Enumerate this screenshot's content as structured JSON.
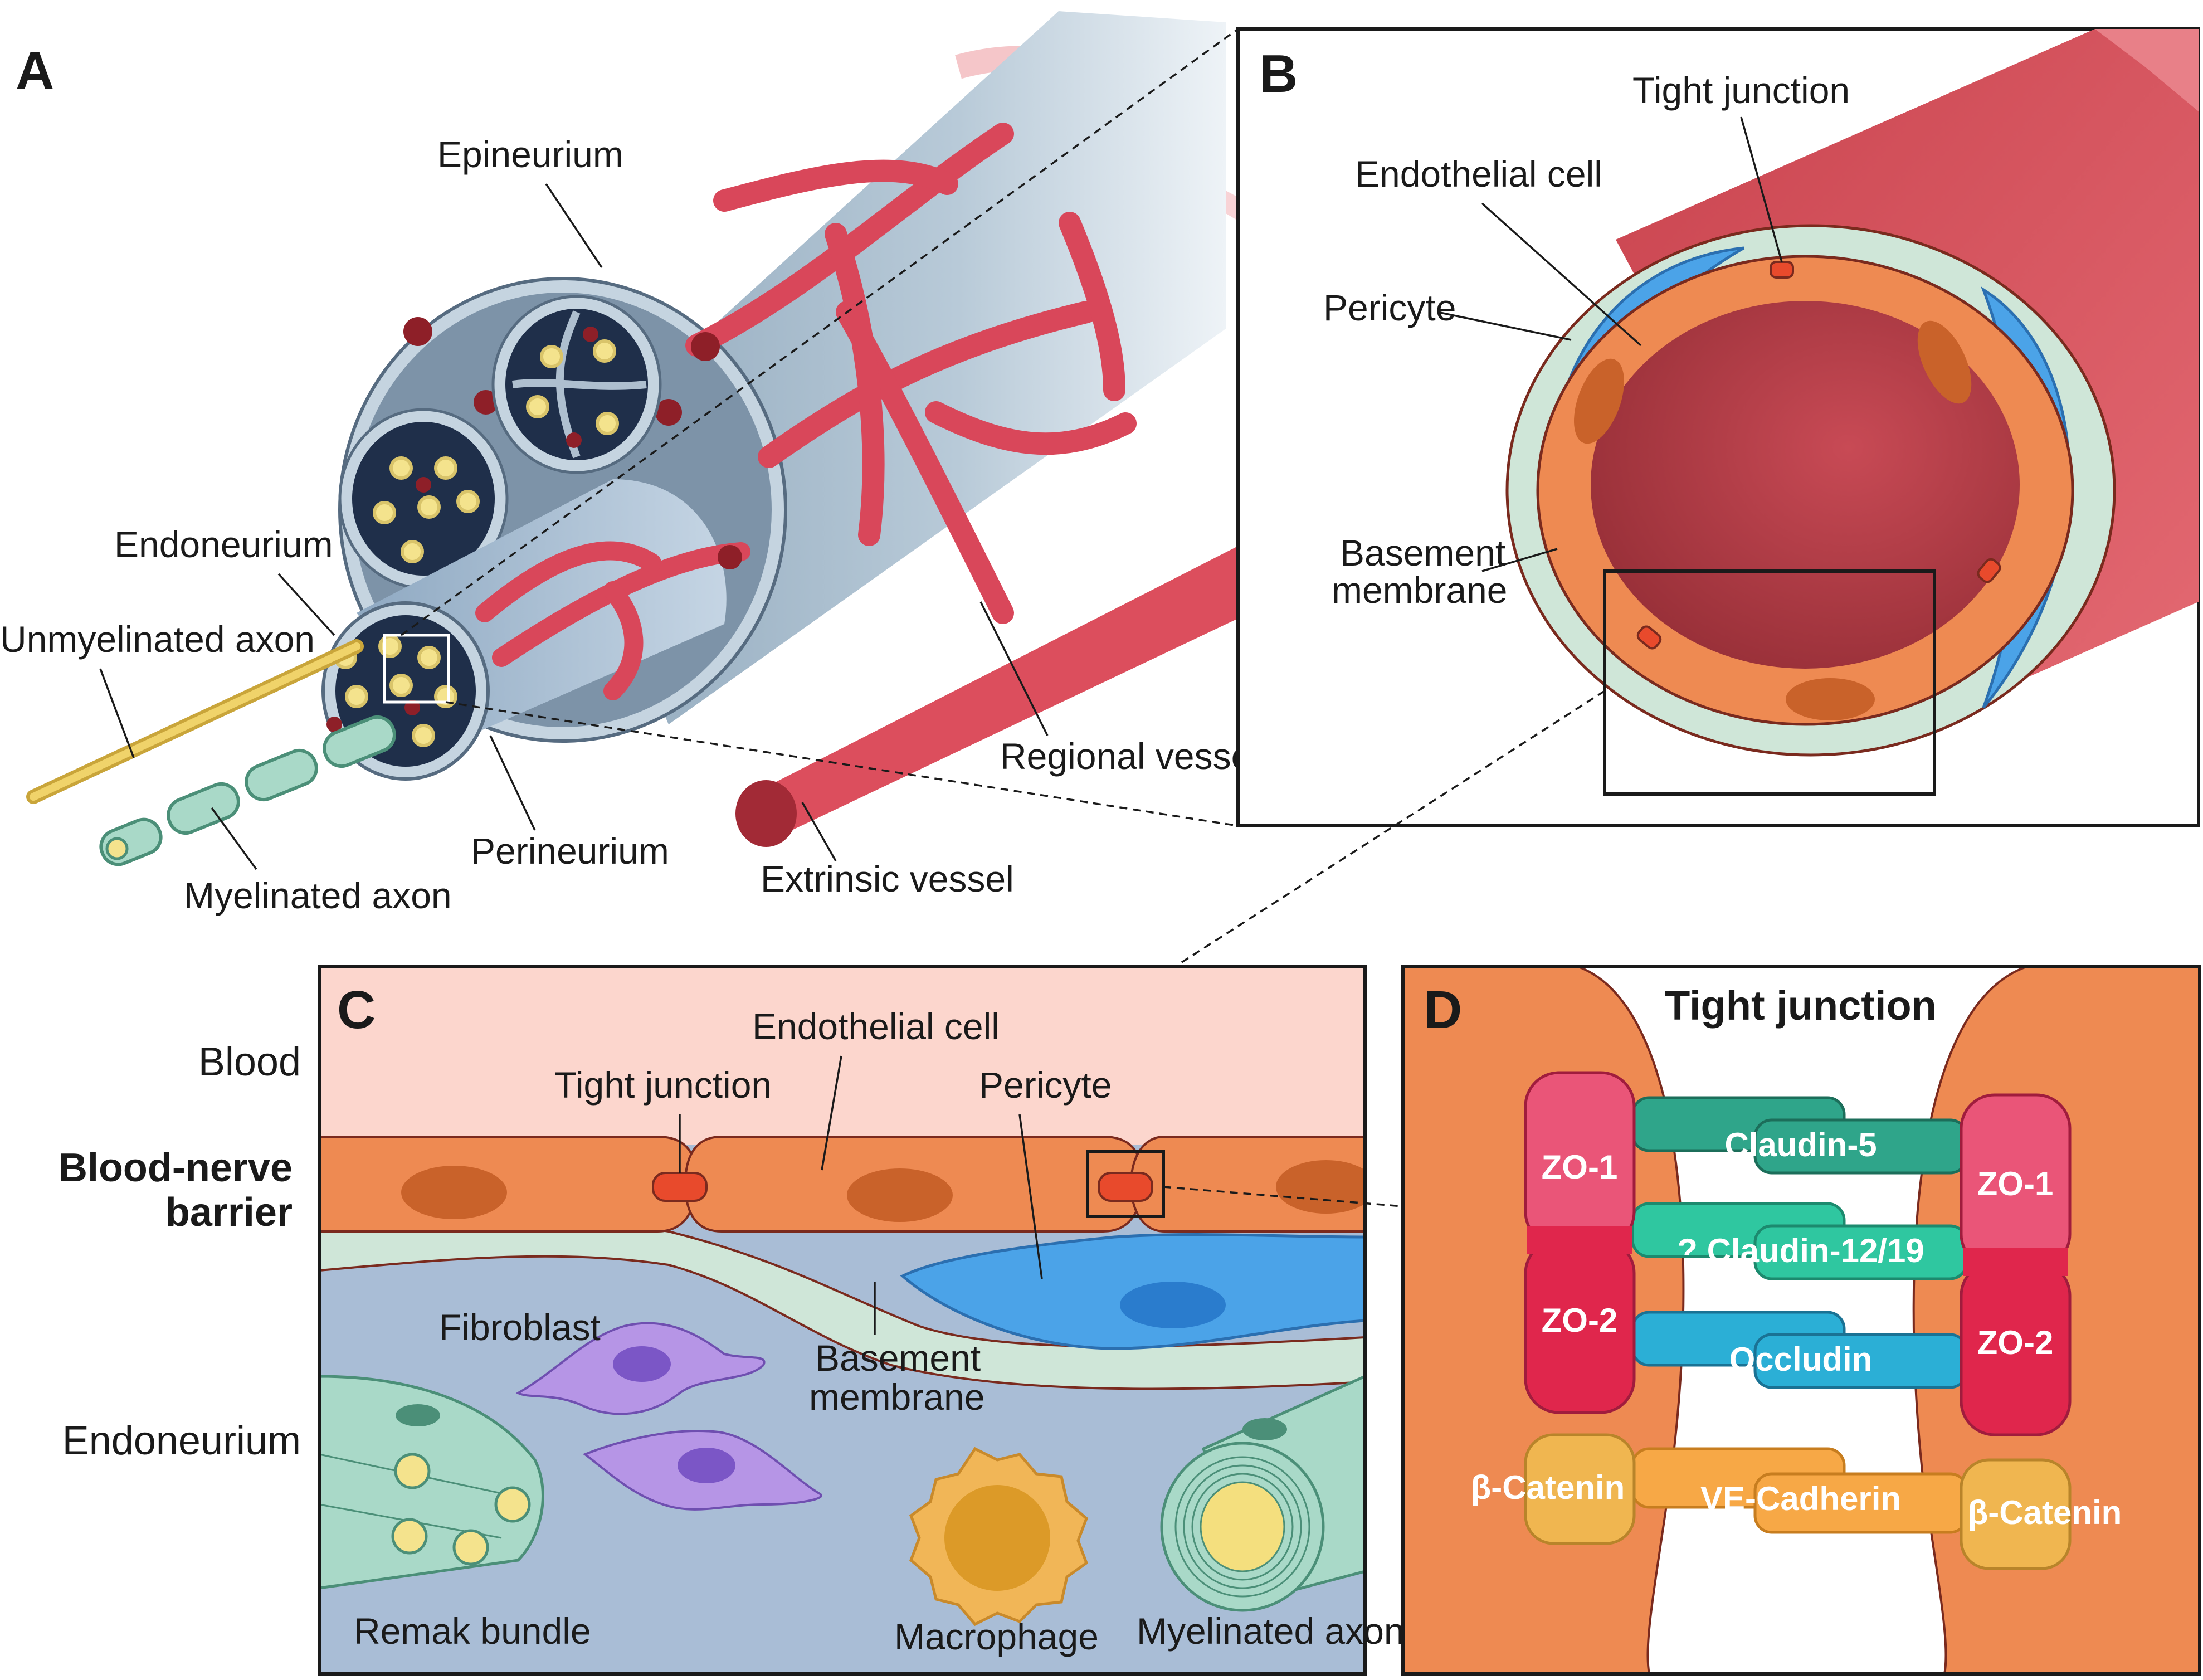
{
  "panels": {
    "a": {
      "letter": "A",
      "labels": {
        "epineurium": "Epineurium",
        "endoneurium": "Endoneurium",
        "unmyelinated_axon": "Unmyelinated axon",
        "myelinated_axon": "Myelinated axon",
        "perineurium": "Perineurium",
        "regional_vessel": "Regional vessel",
        "extrinsic_vessel": "Extrinsic vessel"
      }
    },
    "b": {
      "letter": "B",
      "labels": {
        "tight_junction": "Tight junction",
        "endothelial_cell": "Endothelial cell",
        "pericyte": "Pericyte",
        "basement_membrane_line1": "Basement",
        "basement_membrane_line2": "membrane"
      }
    },
    "c": {
      "letter": "C",
      "rows": {
        "blood": "Blood",
        "barrier_line1": "Blood-nerve",
        "barrier_line2": "barrier",
        "endoneurium": "Endoneurium"
      },
      "labels": {
        "tight_junction": "Tight junction",
        "endothelial_cell": "Endothelial cell",
        "pericyte": "Pericyte",
        "fibroblast": "Fibroblast",
        "basement_membrane_line1": "Basement",
        "basement_membrane_line2": "membrane",
        "remak_bundle": "Remak bundle",
        "macrophage": "Macrophage",
        "myelinated_axon": "Myelinated axon"
      }
    },
    "d": {
      "letter": "D",
      "title": "Tight junction",
      "proteins": {
        "zo1_left": "ZO-1",
        "zo2_left": "ZO-2",
        "zo1_right": "ZO-1",
        "zo2_right": "ZO-2",
        "claudin5": "Claudin-5",
        "claudin12_19": "? Claudin-12/19",
        "occludin": "Occludin",
        "b_catenin_left": "β-Catenin",
        "b_catenin_right": "β-Catenin",
        "ve_cadherin": "VE-Cadherin"
      }
    }
  },
  "colors": {
    "vessel_red": "#d9475a",
    "endothelial_orange": "#ee8a52",
    "pericyte_blue": "#4ba3e8",
    "basement_green": "#cfe6d8",
    "nerve_blue_gray": "#9fb6c8",
    "endoneurium_bg": "#a9bdd6",
    "blood_pink": "#fcd6cd",
    "zo1_pink": "#ea5578",
    "zo2_crimson": "#e0264c",
    "claudin5_teal": "#2fa58a",
    "claudin12_green": "#2fc7a0",
    "occludin_blue": "#2bafd6",
    "cadherin_orange": "#f7a846",
    "catenin_gold": "#f0b650"
  }
}
